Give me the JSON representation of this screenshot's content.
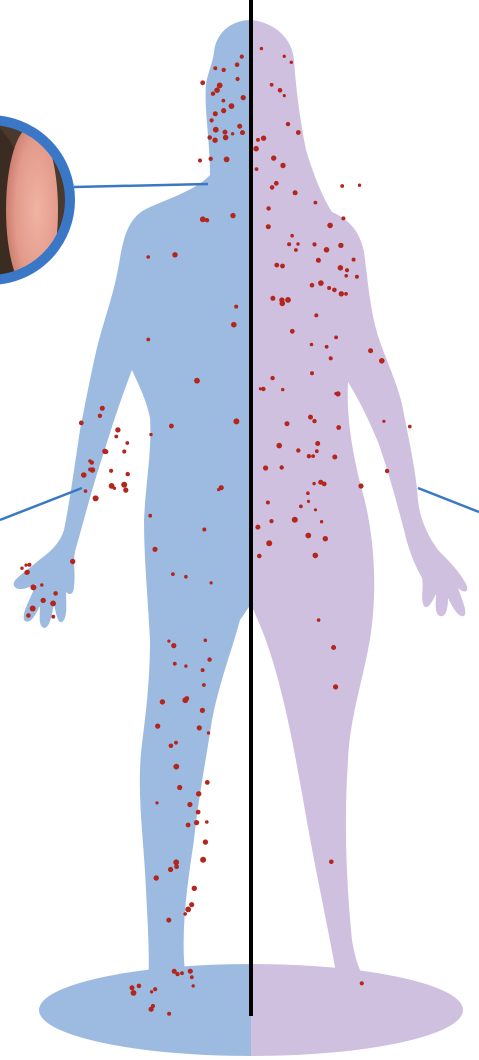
{
  "figure": {
    "left_half": {
      "name": "male",
      "fill": "#9dbbe0"
    },
    "right_half": {
      "name": "female",
      "fill": "#cfc0e0"
    },
    "divider_color": "#000000",
    "lesion_color": "#b3261e",
    "callout_line_color": "#3b78c4",
    "inset": {
      "ring_color": "#3a77c7",
      "skin_dark": "#4a3a2e",
      "skin_light": "#e8a89a"
    }
  },
  "callouts": [
    {
      "id": "head-inset-callout",
      "icon": "circle-inset-photo"
    },
    {
      "id": "left-arm-callout",
      "icon": "line-pointer"
    },
    {
      "id": "right-arm-callout",
      "icon": "line-pointer"
    }
  ]
}
